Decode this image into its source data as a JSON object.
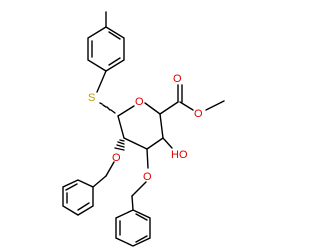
{
  "molecule": {
    "atoms": {
      "sulfur": "S",
      "ring_oxygen": "O",
      "carbonyl_oxygen": "O",
      "ester_oxygen": "O",
      "hydroxyl": "HO",
      "benzyloxy_oxygen_1": "O",
      "benzyloxy_oxygen_2": "O"
    },
    "colors": {
      "bond": "#000000",
      "sulfur": "#b8a000",
      "oxygen": "#e00000"
    }
  }
}
